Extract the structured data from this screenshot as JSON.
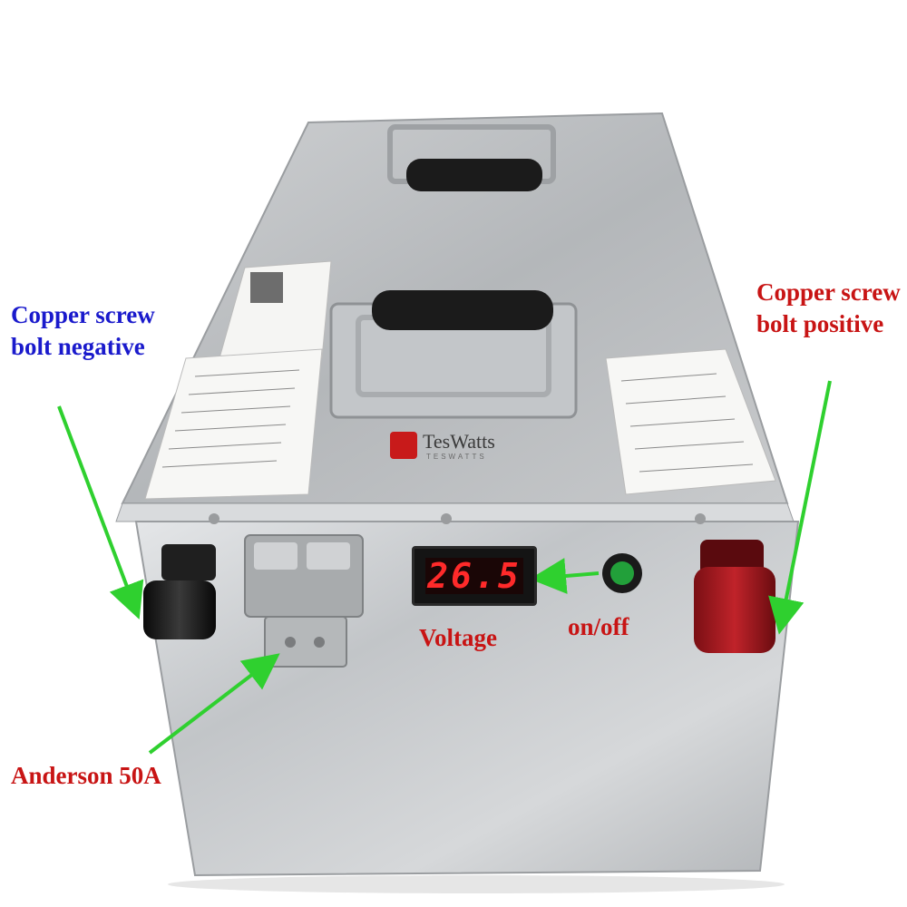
{
  "labels": {
    "negative": "Copper screw bolt negative",
    "positive": "Copper screw bolt positive",
    "anderson": "Anderson 50A",
    "voltage": "Voltage",
    "onoff": "on/off"
  },
  "display": {
    "reading": "26.5"
  },
  "brand": {
    "name": "TesWatts",
    "sub": "TESWATTS"
  },
  "colors": {
    "label_blue": "#1a1acc",
    "label_red": "#c81414",
    "arrow_green": "#2fd02f",
    "led_red": "#ff2a2a",
    "steel": "#b9bcbf"
  }
}
